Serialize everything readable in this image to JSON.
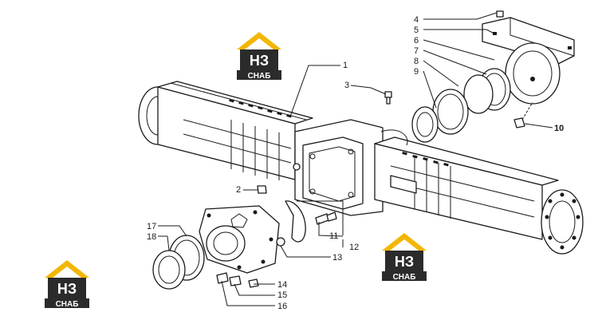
{
  "callouts": [
    {
      "n": "1"
    },
    {
      "n": "2"
    },
    {
      "n": "3"
    },
    {
      "n": "4"
    },
    {
      "n": "5"
    },
    {
      "n": "6"
    },
    {
      "n": "7"
    },
    {
      "n": "8"
    },
    {
      "n": "9"
    },
    {
      "n": "10"
    },
    {
      "n": "11"
    },
    {
      "n": "12"
    },
    {
      "n": "13"
    },
    {
      "n": "14"
    },
    {
      "n": "15"
    },
    {
      "n": "16"
    },
    {
      "n": "17"
    },
    {
      "n": "18"
    }
  ],
  "logo": {
    "mark": "НЗ",
    "caption": "СНАБ",
    "colors": {
      "roof": "#f2b705",
      "badge": "#2b2b2b",
      "text": "#ffffff"
    }
  }
}
